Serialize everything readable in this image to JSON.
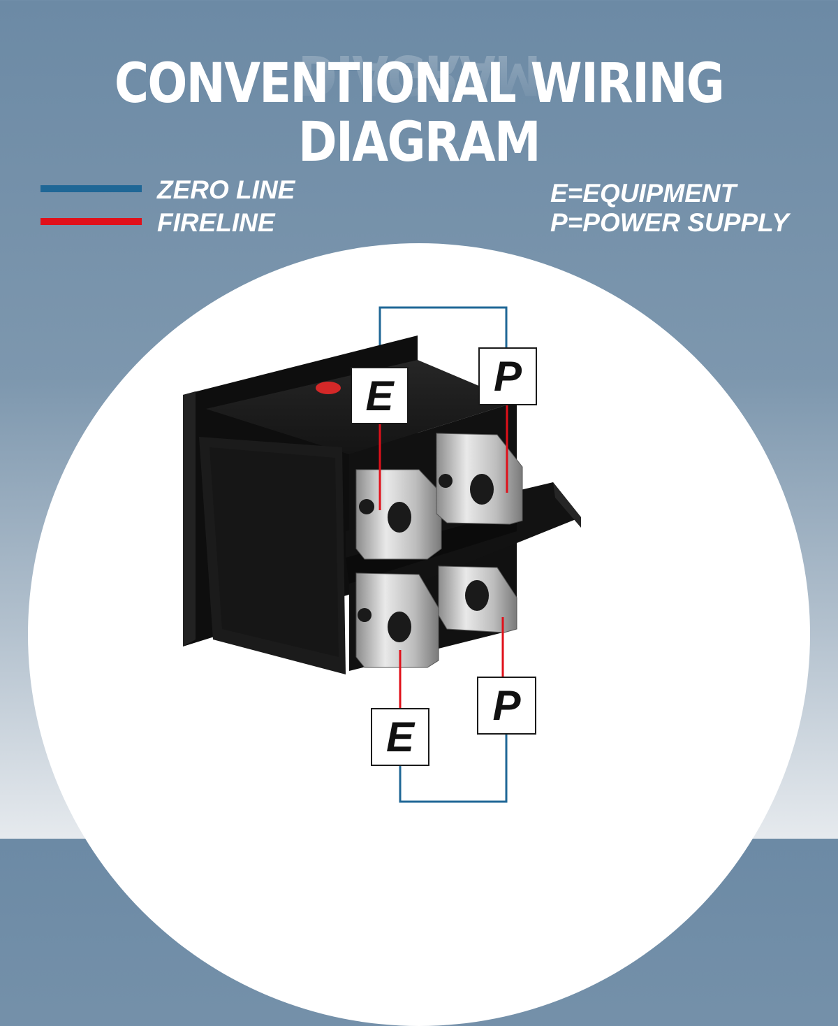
{
  "title": "CONVENTIONAL WIRING DIAGRAM",
  "legend": {
    "zero_line": {
      "label": "ZERO LINE",
      "color": "#1f6796"
    },
    "fire_line": {
      "label": "FIRELINE",
      "color": "#e0101a"
    }
  },
  "key": {
    "equipment": "E=EQUIPMENT",
    "power_supply": "P=POWER SUPPLY"
  },
  "labels": {
    "top_left": "E",
    "top_right": "P",
    "bottom_left": "E",
    "bottom_right": "P"
  },
  "colors": {
    "zero_line": "#1f6796",
    "fire_line": "#e0101a",
    "switch_body": "#141414"
  }
}
